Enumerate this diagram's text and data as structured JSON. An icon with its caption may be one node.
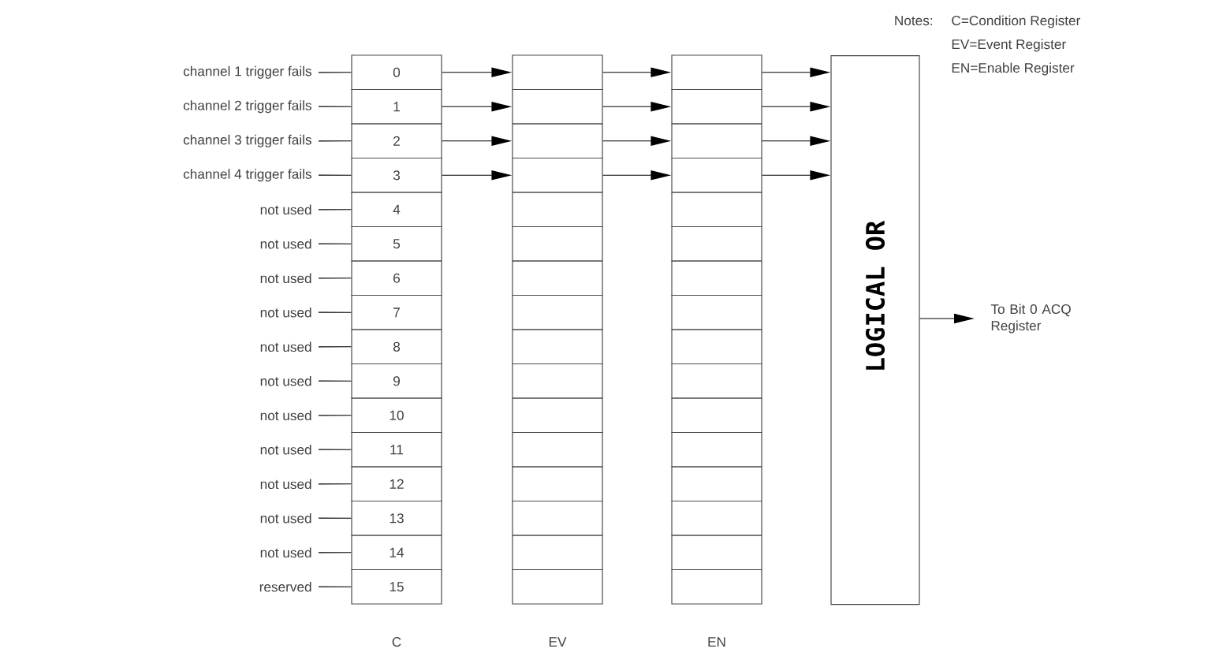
{
  "diagram": {
    "nodes": [
      {
        "text": [
          "channel 1 trigger fails"
        ]
      },
      {
        "text": [
          "channel 2 trigger fails"
        ]
      },
      {
        "text": [
          "channel 3 trigger fails"
        ]
      },
      {
        "text": [
          "channel 4 trigger fails"
        ]
      },
      {
        "text": [
          "not used"
        ]
      },
      {
        "text": [
          "not used"
        ]
      },
      {
        "text": [
          "not used"
        ]
      },
      {
        "text": [
          "not used"
        ]
      },
      {
        "text": [
          "not used"
        ]
      },
      {
        "text": [
          "not used"
        ]
      },
      {
        "text": [
          "not used"
        ]
      },
      {
        "text": [
          "not used"
        ]
      },
      {
        "text": [
          "not used"
        ]
      },
      {
        "text": [
          "not used"
        ]
      },
      {
        "text": [
          "not used"
        ]
      },
      {
        "text": [
          "reserved"
        ]
      },
      {
        "text": [
          "0"
        ]
      },
      {
        "text": [
          "1"
        ]
      },
      {
        "text": [
          "2"
        ]
      },
      {
        "text": [
          "3"
        ]
      },
      {
        "text": [
          "4"
        ]
      },
      {
        "text": [
          "5"
        ]
      },
      {
        "text": [
          "6"
        ]
      },
      {
        "text": [
          "7"
        ]
      },
      {
        "text": [
          "8"
        ]
      },
      {
        "text": [
          "9"
        ]
      },
      {
        "text": [
          "10"
        ]
      },
      {
        "text": [
          "11"
        ]
      },
      {
        "text": [
          "12"
        ]
      },
      {
        "text": [
          "13"
        ]
      },
      {
        "text": [
          "14"
        ]
      },
      {
        "text": [
          "15"
        ]
      },
      {
        "text": [],
        "shape": "box"
      },
      {
        "text": [],
        "shape": "box"
      },
      {
        "text": [],
        "shape": "box"
      },
      {
        "text": [],
        "shape": "box"
      },
      {
        "text": [],
        "shape": "box"
      },
      {
        "text": [],
        "shape": "box"
      },
      {
        "text": [],
        "shape": "box"
      },
      {
        "text": [],
        "shape": "box"
      },
      {
        "text": [],
        "shape": "box"
      },
      {
        "text": [],
        "shape": "box"
      },
      {
        "text": [],
        "shape": "box"
      },
      {
        "text": [],
        "shape": "box"
      },
      {
        "text": [],
        "shape": "box"
      },
      {
        "text": [],
        "shape": "box"
      },
      {
        "text": [],
        "shape": "box"
      },
      {
        "text": [],
        "shape": "box"
      },
      {
        "text": [],
        "shape": "box"
      },
      {
        "text": [],
        "shape": "box"
      },
      {
        "text": [],
        "shape": "box"
      },
      {
        "text": [],
        "shape": "box"
      },
      {
        "text": [],
        "shape": "box"
      },
      {
        "text": [],
        "shape": "box"
      },
      {
        "text": [],
        "shape": "box"
      },
      {
        "text": [],
        "shape": "box"
      },
      {
        "text": [],
        "shape": "box"
      },
      {
        "text": [],
        "shape": "box"
      },
      {
        "text": [],
        "shape": "box"
      },
      {
        "text": [],
        "shape": "box"
      },
      {
        "text": [],
        "shape": "box"
      },
      {
        "text": [],
        "shape": "box"
      },
      {
        "text": [],
        "shape": "box"
      },
      {
        "text": [],
        "shape": "box"
      },
      {
        "text": [
          "LOGICAL OR"
        ]
      },
      {
        "text": [
          "To Bit 0 ACQ Register"
        ]
      }
    ],
    "edges": [
      {
        "from": 0,
        "to": 16,
        "arrow": "none"
      },
      {
        "from": 1,
        "to": 17,
        "arrow": "none"
      },
      {
        "from": 2,
        "to": 18,
        "arrow": "none"
      },
      {
        "from": 3,
        "to": 19,
        "arrow": "none"
      },
      {
        "from": 4,
        "to": 20,
        "arrow": "none"
      },
      {
        "from": 5,
        "to": 21,
        "arrow": "none"
      },
      {
        "from": 6,
        "to": 22,
        "arrow": "none"
      },
      {
        "from": 7,
        "to": 23,
        "arrow": "none"
      },
      {
        "from": 8,
        "to": 24,
        "arrow": "none"
      },
      {
        "from": 9,
        "to": 25,
        "arrow": "none"
      },
      {
        "from": 10,
        "to": 26,
        "arrow": "none"
      },
      {
        "from": 11,
        "to": 27,
        "arrow": "none"
      },
      {
        "from": 12,
        "to": 28,
        "arrow": "none"
      },
      {
        "from": 13,
        "to": 29,
        "arrow": "none"
      },
      {
        "from": 14,
        "to": 30,
        "arrow": "none"
      },
      {
        "from": 15,
        "to": 31,
        "arrow": "none"
      },
      {
        "from": 16,
        "to": 32,
        "arrow": "to"
      },
      {
        "from": 17,
        "to": 33,
        "arrow": "to"
      },
      {
        "from": 18,
        "to": 34,
        "arrow": "to"
      },
      {
        "from": 19,
        "to": 35,
        "arrow": "to"
      },
      {
        "from": 32,
        "to": 48,
        "arrow": "to"
      },
      {
        "from": 33,
        "to": 49,
        "arrow": "to"
      },
      {
        "from": 34,
        "to": 50,
        "arrow": "to"
      },
      {
        "from": 35,
        "to": 51,
        "arrow": "to"
      },
      {
        "from": 48,
        "to": 64,
        "arrow": "to"
      },
      {
        "from": 49,
        "to": 64,
        "arrow": "to"
      },
      {
        "from": 50,
        "to": 64,
        "arrow": "to"
      },
      {
        "from": 51,
        "to": 64,
        "arrow": "to"
      },
      {
        "from": 64,
        "to": 65,
        "arrow": "to"
      }
    ],
    "labels": [
      "Notes:",
      "C=Condition Register",
      "EV=Event Register",
      "EN=Enable Register",
      "C",
      "EV",
      "EN"
    ]
  }
}
